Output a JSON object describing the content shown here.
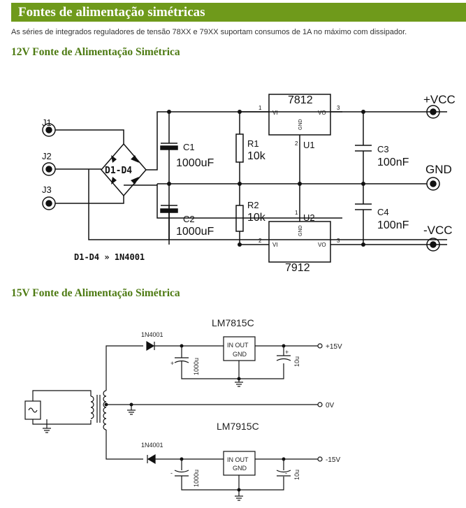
{
  "header": {
    "title": "Fontes de alimentação simétricas"
  },
  "intro": "As séries de integrados reguladores de tensão 78XX e 79XX suportam consumos de 1A no máximo com dissipador.",
  "section1": {
    "title": "12V Fonte de Alimentação Simétrica",
    "labels": {
      "j1": "J1",
      "j2": "J2",
      "j3": "J3",
      "bridge": "D1-D4",
      "c1": "C1",
      "c1_value": "1000uF",
      "c2": "C2",
      "c2_value": "1000uF",
      "r1": "R1",
      "r1_value": "10k",
      "r2": "R2",
      "r2_value": "10k",
      "u1_part": "7812",
      "u1": "U1",
      "u2_part": "7912",
      "u2": "U2",
      "vi": "VI",
      "vo": "VO",
      "gnd_pin": "GND",
      "pin1": "1",
      "pin2": "2",
      "pin3": "3",
      "c3": "C3",
      "c3_value": "100nF",
      "c4": "C4",
      "c4_value": "100nF",
      "vcc_pos": "+VCC",
      "gnd": "GND",
      "vcc_neg": "-VCC",
      "diode_note": "D1-D4 » 1N4001"
    }
  },
  "section2": {
    "title": "15V Fonte de Alimentação Simétrica",
    "labels": {
      "reg_top": "LM7815C",
      "reg_bottom": "LM7915C",
      "diode_top": "1N4001",
      "diode_bottom": "1N4001",
      "in_out": "IN  OUT",
      "gnd": "GND",
      "cap_big": "1000u",
      "cap_small": "10u",
      "plus": "+",
      "minus": "-",
      "out_pos": "+15V",
      "out_zero": "0V",
      "out_neg": "-15V"
    }
  }
}
